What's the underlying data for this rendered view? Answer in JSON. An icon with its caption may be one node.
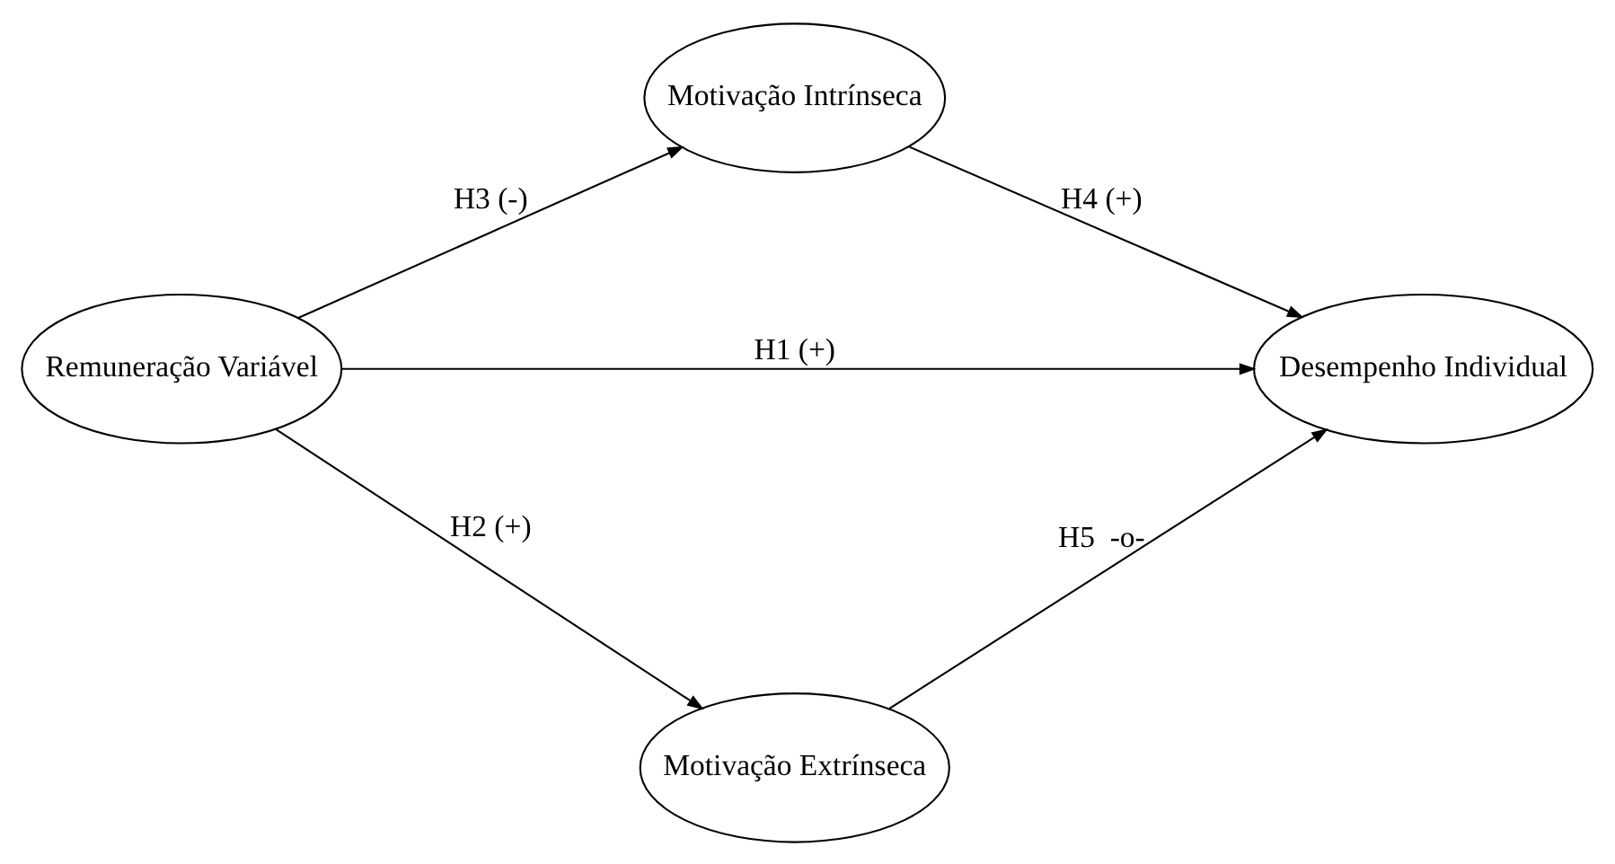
{
  "diagram": {
    "nodes": [
      {
        "text": [
          "Remuneração Variável"
        ]
      },
      {
        "text": [
          "Motivação Intrínseca"
        ]
      },
      {
        "text": [
          "Desempenho Individual"
        ]
      },
      {
        "text": [
          "Motivação Extrínseca"
        ]
      }
    ],
    "edges": [
      {
        "from": 0,
        "to": 1,
        "arrow": "to",
        "label": "H3 (-)"
      },
      {
        "from": 0,
        "to": 2,
        "arrow": "to",
        "label": "H1 (+)"
      },
      {
        "from": 0,
        "to": 3,
        "arrow": "to",
        "label": "H2 (+)"
      },
      {
        "from": 1,
        "to": 2,
        "arrow": "to",
        "label": "H4 (+)"
      },
      {
        "from": 3,
        "to": 2,
        "arrow": "to",
        "label": "H5  -o-"
      }
    ]
  }
}
